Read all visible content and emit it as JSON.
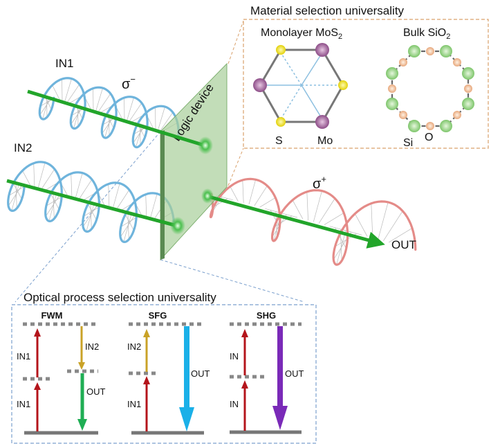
{
  "top_panel": {
    "title": "Material selection universality",
    "materials": [
      {
        "name": "Monolayer MoS",
        "sub": "2",
        "atoms": [
          "S",
          "Mo"
        ]
      },
      {
        "name": "Bulk SiO",
        "sub": "2",
        "atoms": [
          "Si",
          "O"
        ]
      }
    ]
  },
  "main": {
    "inputs": [
      "IN1",
      "IN2"
    ],
    "output": "OUT",
    "device_label": "Logic device",
    "sigma_minus": {
      "base": "σ",
      "sup": "−"
    },
    "sigma_plus": {
      "base": "σ",
      "sup": "+"
    }
  },
  "bottom_panel": {
    "title": "Optical process selection universality",
    "processes": [
      {
        "name": "FWM",
        "labels": [
          "IN1",
          "IN1",
          "IN2",
          "OUT"
        ]
      },
      {
        "name": "SFG",
        "labels": [
          "IN2",
          "IN1",
          "OUT"
        ]
      },
      {
        "name": "SHG",
        "labels": [
          "IN",
          "IN",
          "OUT"
        ]
      }
    ]
  },
  "colors": {
    "beam": "#22a52a",
    "input_helix": "#6fb4dc",
    "output_helix": "#e48b88",
    "panel_border_top": "#d9a06a",
    "panel_border_bottom": "#7a9fcd",
    "device": "#a8cf9a",
    "arrow_red": "#b4141b",
    "arrow_gold": "#c9a227",
    "arrow_green": "#1fae54",
    "arrow_cyan": "#1ab0e8",
    "arrow_purple": "#7a2ab8",
    "S_atom": "#efe21a",
    "Mo_atom": "#a0609a",
    "Si_atom": "#8fd27d",
    "O_atom": "#efb990"
  }
}
